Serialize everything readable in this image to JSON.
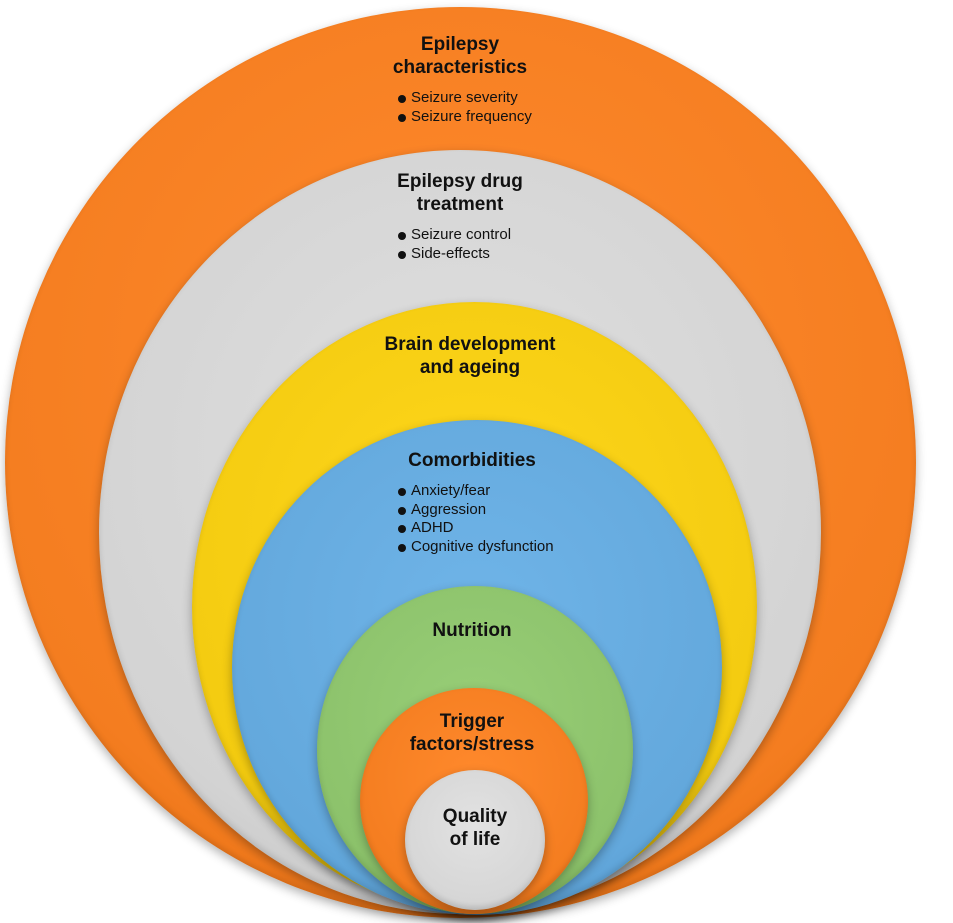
{
  "diagram": {
    "rings": [
      {
        "id": "epilepsy-characteristics",
        "title": "Epilepsy characteristics",
        "title_lines": [
          "Epilepsy",
          "characteristics"
        ],
        "bullets": [
          "Seizure severity",
          "Seizure frequency"
        ],
        "color": "#f47d20"
      },
      {
        "id": "epilepsy-drug-treatment",
        "title": "Epilepsy drug treatment",
        "title_lines": [
          "Epilepsy drug",
          "treatment"
        ],
        "bullets": [
          "Seizure control",
          "Side-effects"
        ],
        "color": "#d3d3d3"
      },
      {
        "id": "brain-development",
        "title": "Brain development and ageing",
        "title_lines": [
          "Brain development",
          "and ageing"
        ],
        "bullets": [],
        "color": "#f3cb10"
      },
      {
        "id": "comorbidities",
        "title": "Comorbidities",
        "title_lines": [
          "Comorbidities"
        ],
        "bullets": [
          "Anxiety/fear",
          "Aggression",
          "ADHD",
          "Cognitive dysfunction"
        ],
        "color": "#63a8dc"
      },
      {
        "id": "nutrition",
        "title": "Nutrition",
        "title_lines": [
          "Nutrition"
        ],
        "bullets": [],
        "color": "#8cc26b"
      },
      {
        "id": "trigger-factors",
        "title": "Trigger factors/stress",
        "title_lines": [
          "Trigger",
          "factors/stress"
        ],
        "bullets": [],
        "color": "#f47d20"
      },
      {
        "id": "quality-of-life",
        "title": "Quality of life",
        "title_lines": [
          "Quality",
          "of life"
        ],
        "bullets": [],
        "color": "#d6d6d6"
      }
    ]
  }
}
